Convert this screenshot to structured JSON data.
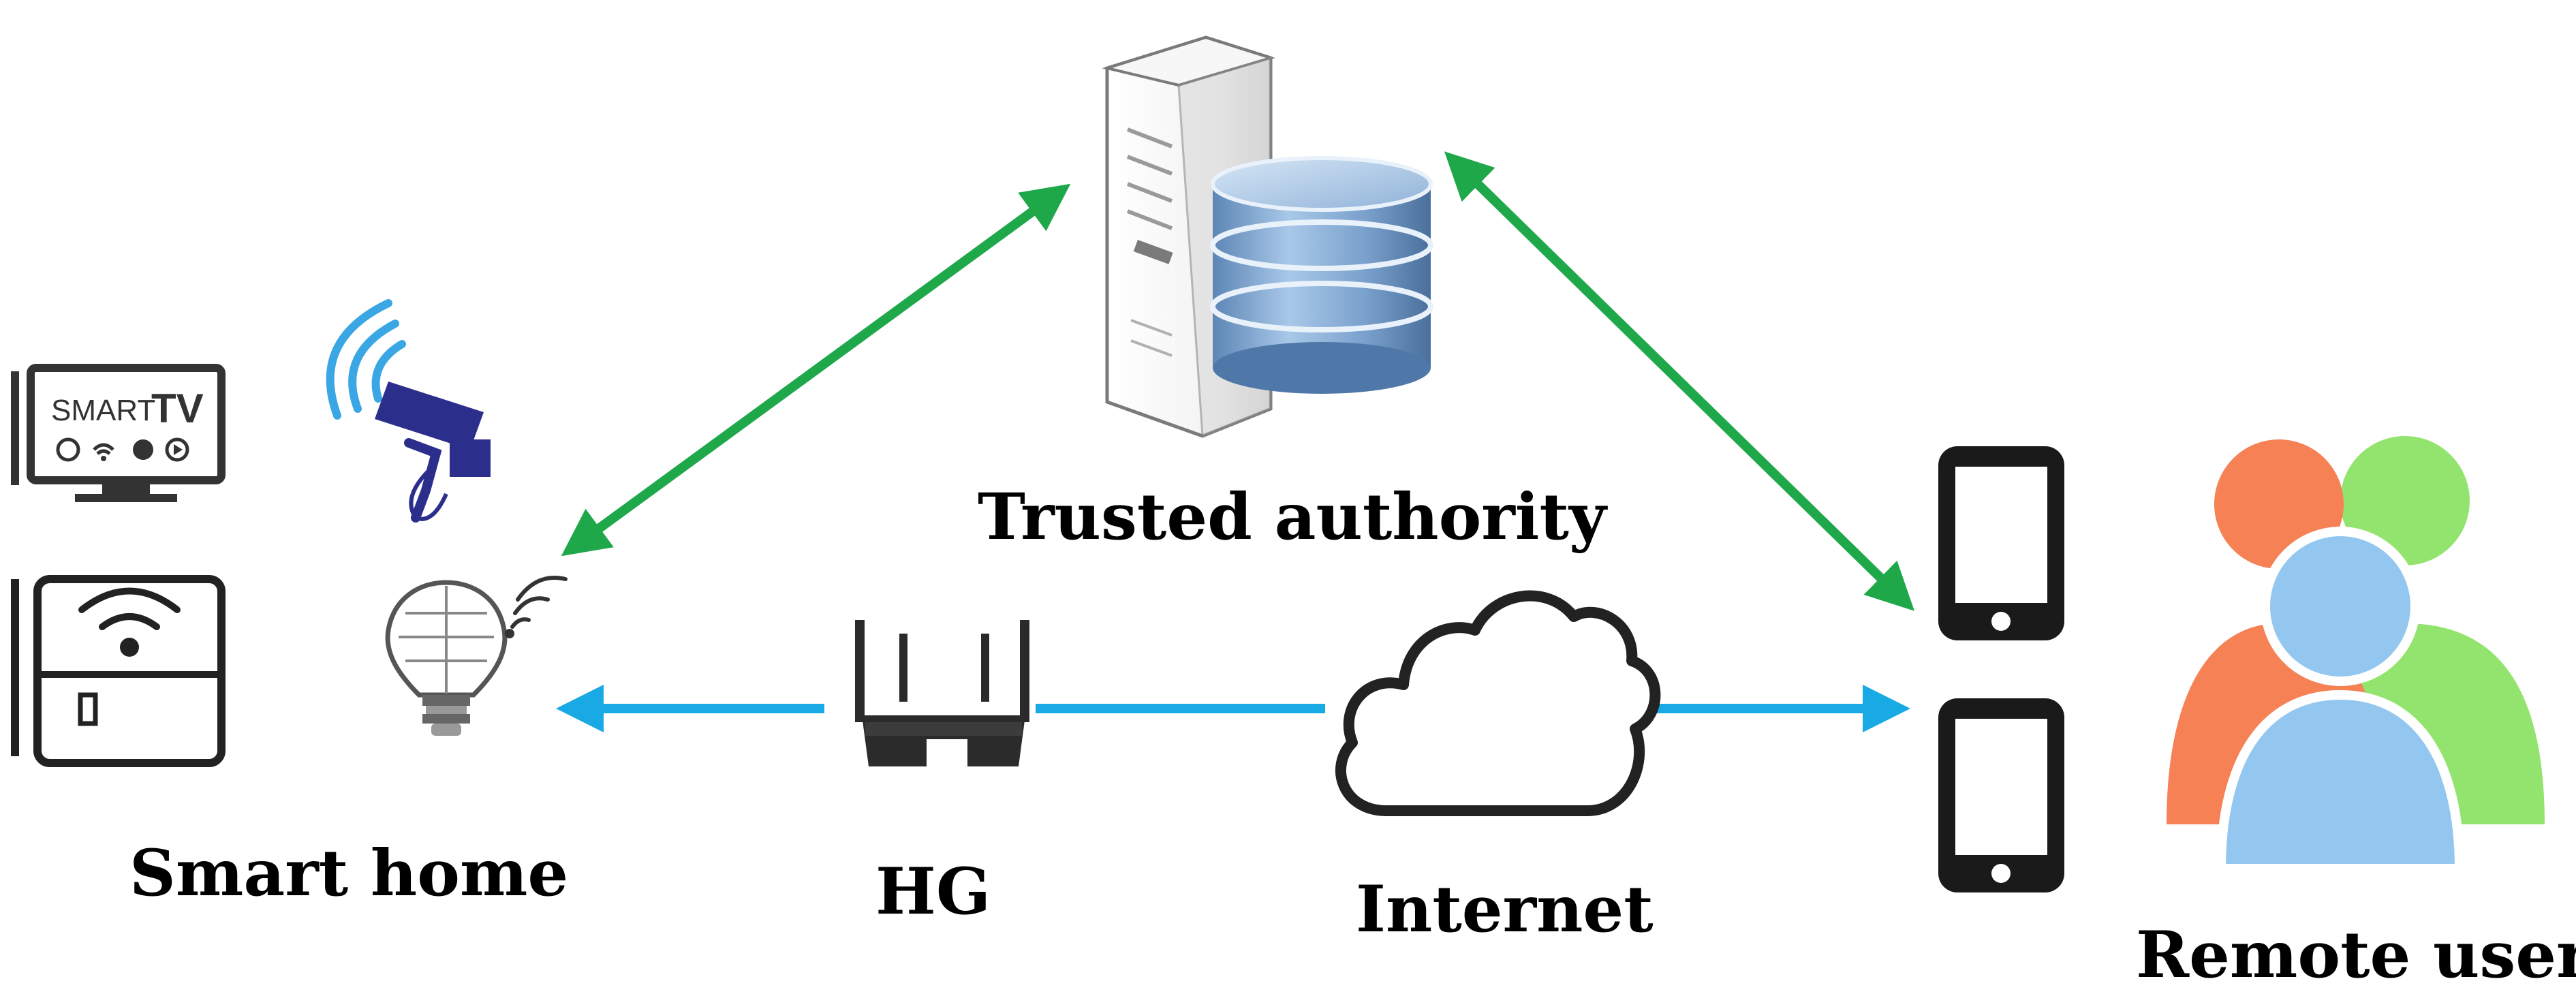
{
  "nodes": {
    "trusted_authority": {
      "label": "Trusted authority"
    },
    "smart_home": {
      "label": "Smart home"
    },
    "hg": {
      "label": "HG"
    },
    "internet": {
      "label": "Internet"
    },
    "remote_users": {
      "label": "Remote users"
    }
  },
  "devices": {
    "smart_tv": {
      "brand": "SMART",
      "model": "TV"
    }
  },
  "colors": {
    "green_arrow": "#1fa84a",
    "blue_arrow": "#19a9e4",
    "user_orange": "#f58155",
    "user_green": "#93e46e",
    "user_blue": "#94c7ef",
    "camera_navy": "#2c2e8c",
    "wifi_blue": "#3aa6e4"
  },
  "icons": [
    "server-icon",
    "database-icon",
    "smart-tv-icon",
    "security-camera-icon",
    "smart-hub-icon",
    "smart-bulb-icon",
    "router-icon",
    "cloud-icon",
    "smartphone-icon",
    "users-icon"
  ]
}
